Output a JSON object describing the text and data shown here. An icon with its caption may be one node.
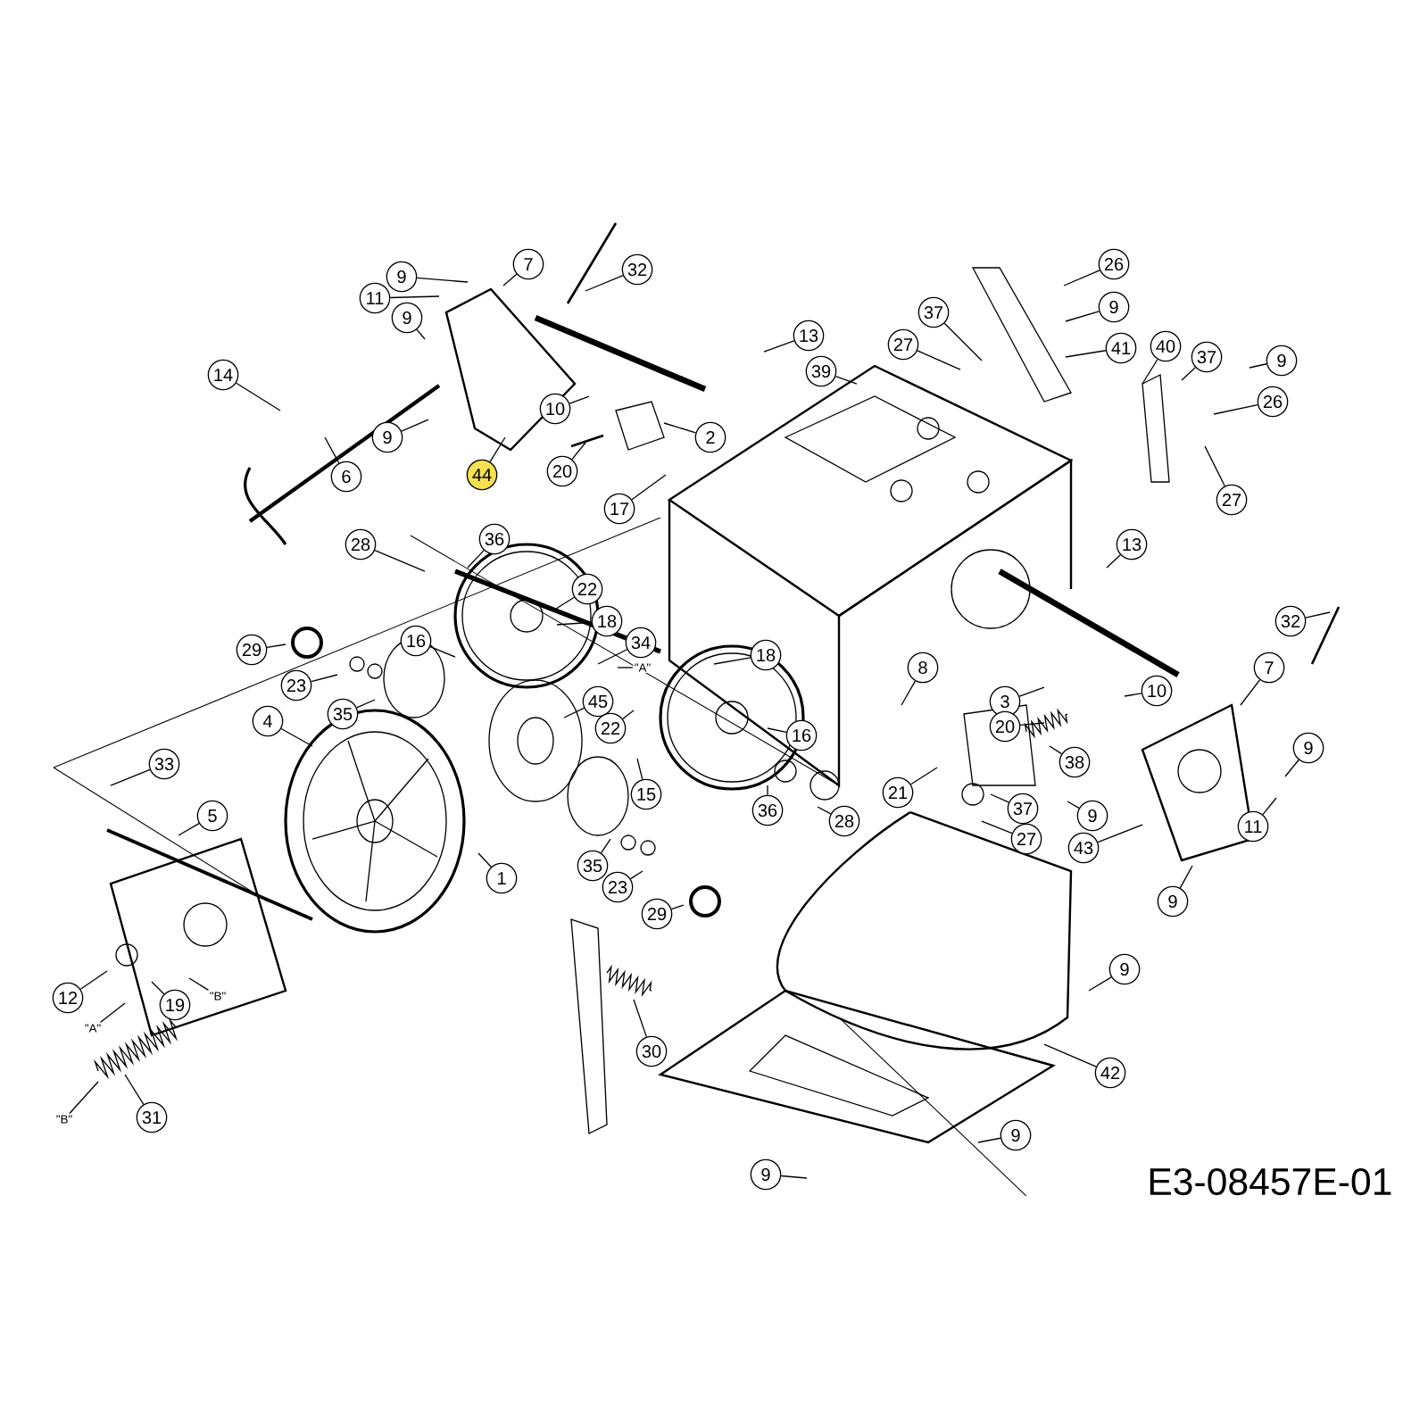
{
  "diagram": {
    "nodes": [
      {
        "text": [
          "9"
        ]
      },
      {
        "text": [
          "7"
        ]
      },
      {
        "text": [
          "32"
        ]
      },
      {
        "text": [
          "11"
        ]
      },
      {
        "text": [
          "9"
        ]
      },
      {
        "text": [
          "14"
        ]
      },
      {
        "text": [
          "13"
        ]
      },
      {
        "text": [
          "26"
        ]
      },
      {
        "text": [
          "9"
        ]
      },
      {
        "text": [
          "37"
        ]
      },
      {
        "text": [
          "27"
        ]
      },
      {
        "text": [
          "41"
        ]
      },
      {
        "text": [
          "40"
        ]
      },
      {
        "text": [
          "37"
        ]
      },
      {
        "text": [
          "9"
        ]
      },
      {
        "text": [
          "26"
        ]
      },
      {
        "text": [
          "39"
        ]
      },
      {
        "text": [
          "10"
        ]
      },
      {
        "text": [
          "9"
        ]
      },
      {
        "text": [
          "2"
        ]
      },
      {
        "text": [
          "6"
        ]
      },
      {
        "text": [
          "44"
        ]
      },
      {
        "text": [
          "20"
        ]
      },
      {
        "text": [
          "27"
        ]
      },
      {
        "text": [
          "17"
        ]
      },
      {
        "text": [
          "28"
        ]
      },
      {
        "text": [
          "36"
        ]
      },
      {
        "text": [
          "22"
        ]
      },
      {
        "text": [
          "18"
        ]
      },
      {
        "text": [
          "16"
        ]
      },
      {
        "text": [
          "29"
        ]
      },
      {
        "text": [
          "34"
        ]
      },
      {
        "text": [
          "\"A\""
        ]
      },
      {
        "text": [
          "23"
        ]
      },
      {
        "text": [
          "45"
        ]
      },
      {
        "text": [
          "35"
        ]
      },
      {
        "text": [
          "4"
        ]
      },
      {
        "text": [
          "22"
        ]
      },
      {
        "text": [
          "15"
        ]
      },
      {
        "text": [
          "33"
        ]
      },
      {
        "text": [
          "5"
        ]
      },
      {
        "text": [
          "13"
        ]
      },
      {
        "text": [
          "32"
        ]
      },
      {
        "text": [
          "18"
        ]
      },
      {
        "text": [
          "8"
        ]
      },
      {
        "text": [
          "7"
        ]
      },
      {
        "text": [
          "3"
        ]
      },
      {
        "text": [
          "10"
        ]
      },
      {
        "text": [
          "20"
        ]
      },
      {
        "text": [
          "16"
        ]
      },
      {
        "text": [
          "38"
        ]
      },
      {
        "text": [
          "9"
        ]
      },
      {
        "text": [
          "21"
        ]
      },
      {
        "text": [
          "9"
        ]
      },
      {
        "text": [
          "36"
        ]
      },
      {
        "text": [
          "37"
        ]
      },
      {
        "text": [
          "11"
        ]
      },
      {
        "text": [
          "28"
        ]
      },
      {
        "text": [
          "27"
        ]
      },
      {
        "text": [
          "43"
        ]
      },
      {
        "text": [
          "35"
        ]
      },
      {
        "text": [
          "1"
        ]
      },
      {
        "text": [
          "23"
        ]
      },
      {
        "text": [
          "9"
        ]
      },
      {
        "text": [
          "29"
        ]
      },
      {
        "text": [
          "9"
        ]
      },
      {
        "text": [
          "12"
        ]
      },
      {
        "text": [
          "\"B\""
        ]
      },
      {
        "text": [
          "19"
        ]
      },
      {
        "text": [
          "\"A\""
        ]
      },
      {
        "text": [
          "30"
        ]
      },
      {
        "text": [
          "42"
        ]
      },
      {
        "text": [
          "31"
        ]
      },
      {
        "text": [
          "\"B\""
        ]
      },
      {
        "text": [
          "9"
        ]
      },
      {
        "text": [
          "9"
        ]
      }
    ],
    "edges": [
      {
        "from": 0,
        "to": null,
        "arrow": "none"
      },
      {
        "from": 1,
        "to": null,
        "arrow": "none"
      },
      {
        "from": 2,
        "to": null,
        "arrow": "none"
      },
      {
        "from": 3,
        "to": null,
        "arrow": "none"
      },
      {
        "from": 4,
        "to": null,
        "arrow": "none"
      },
      {
        "from": 5,
        "to": null,
        "arrow": "none"
      },
      {
        "from": 6,
        "to": null,
        "arrow": "none"
      },
      {
        "from": 7,
        "to": null,
        "arrow": "none"
      },
      {
        "from": 8,
        "to": null,
        "arrow": "none"
      },
      {
        "from": 9,
        "to": null,
        "arrow": "none"
      },
      {
        "from": 10,
        "to": null,
        "arrow": "none"
      },
      {
        "from": 11,
        "to": null,
        "arrow": "none"
      },
      {
        "from": 12,
        "to": null,
        "arrow": "none"
      },
      {
        "from": 13,
        "to": null,
        "arrow": "none"
      },
      {
        "from": 14,
        "to": null,
        "arrow": "none"
      },
      {
        "from": 15,
        "to": null,
        "arrow": "none"
      },
      {
        "from": 16,
        "to": null,
        "arrow": "none"
      },
      {
        "from": 17,
        "to": null,
        "arrow": "none"
      },
      {
        "from": 18,
        "to": null,
        "arrow": "none"
      },
      {
        "from": 19,
        "to": null,
        "arrow": "none"
      },
      {
        "from": 20,
        "to": null,
        "arrow": "none"
      },
      {
        "from": 21,
        "to": null,
        "arrow": "none"
      },
      {
        "from": 22,
        "to": null,
        "arrow": "none"
      },
      {
        "from": 23,
        "to": null,
        "arrow": "none"
      },
      {
        "from": 24,
        "to": null,
        "arrow": "none"
      },
      {
        "from": 25,
        "to": null,
        "arrow": "none"
      },
      {
        "from": 26,
        "to": null,
        "arrow": "none"
      },
      {
        "from": 27,
        "to": null,
        "arrow": "none"
      },
      {
        "from": 28,
        "to": null,
        "arrow": "none"
      },
      {
        "from": 29,
        "to": null,
        "arrow": "none"
      },
      {
        "from": 30,
        "to": null,
        "arrow": "none"
      },
      {
        "from": 31,
        "to": null,
        "arrow": "none"
      },
      {
        "from": 32,
        "to": null,
        "arrow": "none"
      },
      {
        "from": 33,
        "to": null,
        "arrow": "none"
      },
      {
        "from": 34,
        "to": null,
        "arrow": "none"
      },
      {
        "from": 35,
        "to": null,
        "arrow": "none"
      },
      {
        "from": 36,
        "to": null,
        "arrow": "none"
      },
      {
        "from": 37,
        "to": null,
        "arrow": "none"
      },
      {
        "from": 38,
        "to": null,
        "arrow": "none"
      },
      {
        "from": 39,
        "to": null,
        "arrow": "none"
      },
      {
        "from": 40,
        "to": null,
        "arrow": "none"
      },
      {
        "from": 41,
        "to": null,
        "arrow": "none"
      },
      {
        "from": 42,
        "to": null,
        "arrow": "none"
      },
      {
        "from": 43,
        "to": null,
        "arrow": "none"
      },
      {
        "from": 44,
        "to": null,
        "arrow": "none"
      },
      {
        "from": 45,
        "to": null,
        "arrow": "none"
      },
      {
        "from": 46,
        "to": null,
        "arrow": "none"
      },
      {
        "from": 47,
        "to": null,
        "arrow": "none"
      },
      {
        "from": 48,
        "to": null,
        "arrow": "none"
      },
      {
        "from": 49,
        "to": null,
        "arrow": "none"
      },
      {
        "from": 50,
        "to": null,
        "arrow": "none"
      },
      {
        "from": 51,
        "to": null,
        "arrow": "none"
      },
      {
        "from": 52,
        "to": null,
        "arrow": "none"
      },
      {
        "from": 53,
        "to": null,
        "arrow": "none"
      },
      {
        "from": 54,
        "to": null,
        "arrow": "none"
      },
      {
        "from": 55,
        "to": null,
        "arrow": "none"
      },
      {
        "from": 56,
        "to": null,
        "arrow": "none"
      },
      {
        "from": 57,
        "to": null,
        "arrow": "none"
      },
      {
        "from": 58,
        "to": null,
        "arrow": "none"
      },
      {
        "from": 59,
        "to": null,
        "arrow": "none"
      },
      {
        "from": 60,
        "to": null,
        "arrow": "none"
      },
      {
        "from": 61,
        "to": null,
        "arrow": "none"
      },
      {
        "from": 62,
        "to": null,
        "arrow": "none"
      },
      {
        "from": 63,
        "to": null,
        "arrow": "none"
      },
      {
        "from": 64,
        "to": null,
        "arrow": "none"
      },
      {
        "from": 65,
        "to": null,
        "arrow": "none"
      },
      {
        "from": 66,
        "to": null,
        "arrow": "none"
      },
      {
        "from": 67,
        "to": null,
        "arrow": "none"
      },
      {
        "from": 68,
        "to": null,
        "arrow": "none"
      },
      {
        "from": 69,
        "to": null,
        "arrow": "none"
      },
      {
        "from": 70,
        "to": null,
        "arrow": "none"
      },
      {
        "from": 71,
        "to": null,
        "arrow": "none"
      },
      {
        "from": 72,
        "to": null,
        "arrow": "none"
      },
      {
        "from": 73,
        "to": null,
        "arrow": "none"
      },
      {
        "from": 74,
        "to": null,
        "arrow": "none"
      },
      {
        "from": 75,
        "to": null,
        "arrow": "none"
      }
    ],
    "labels": [
      "E3-08457E-01"
    ]
  }
}
